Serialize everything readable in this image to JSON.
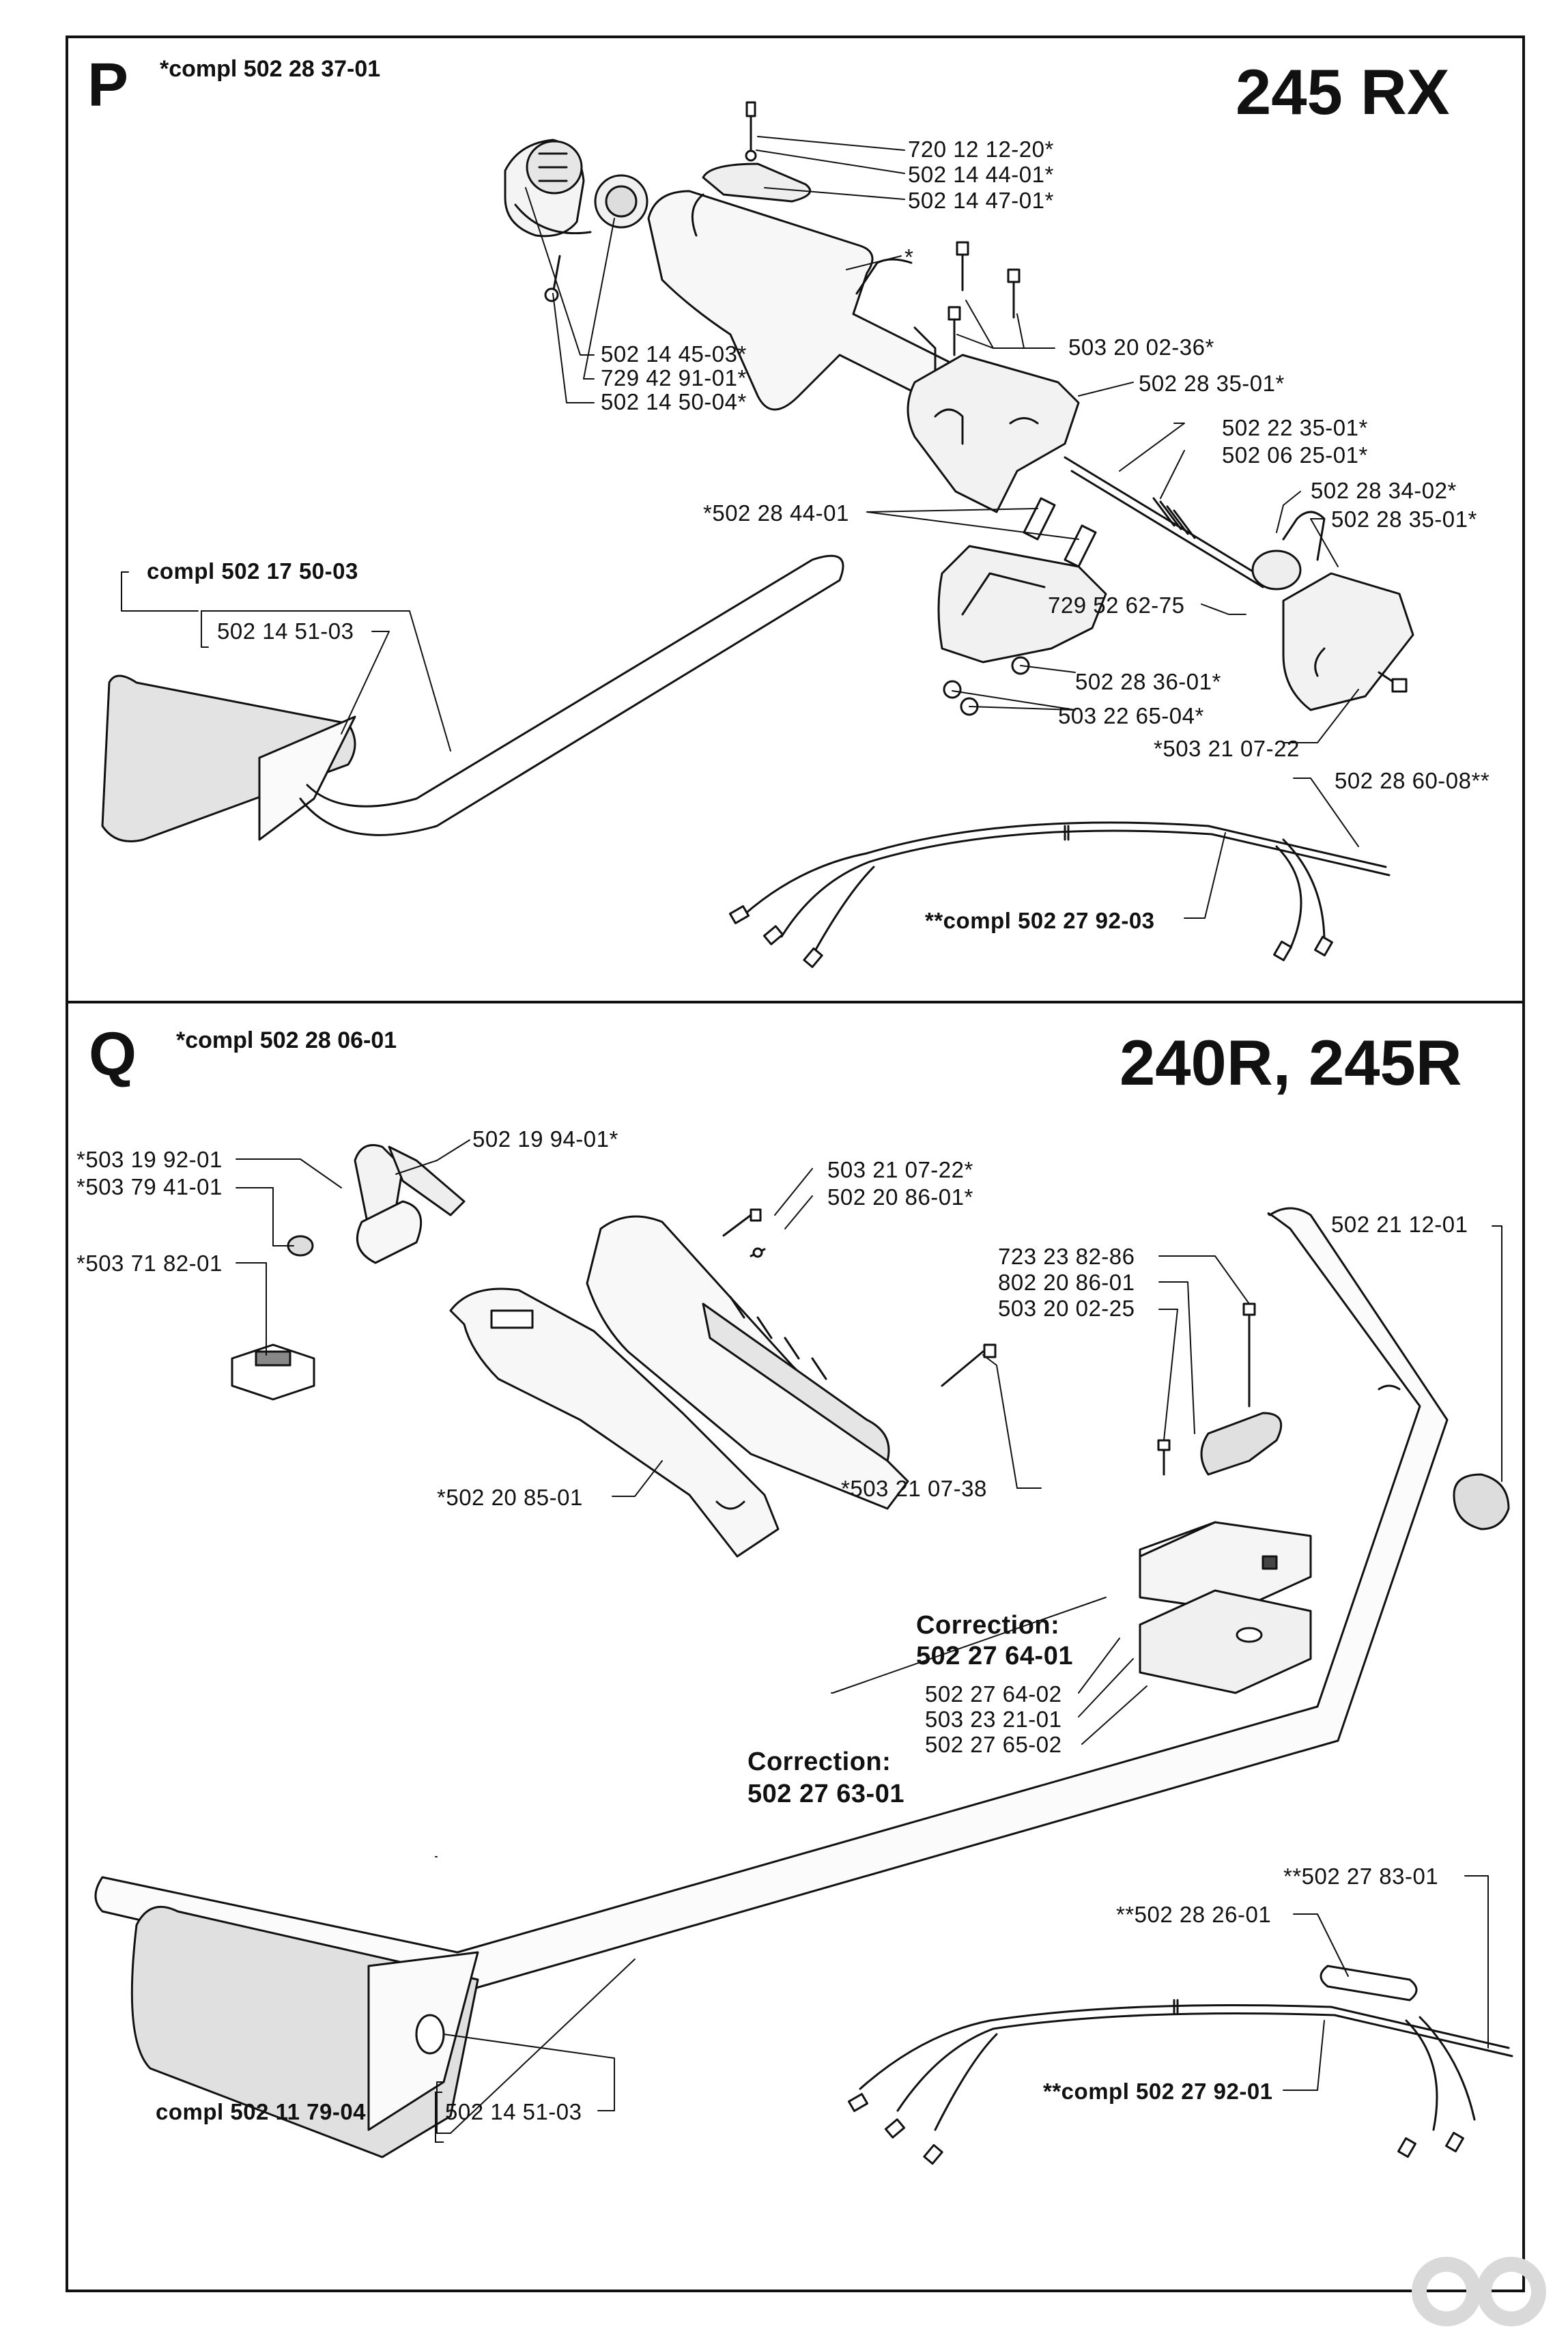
{
  "panel_p": {
    "letter": "P",
    "compl": "*compl 502 28 37-01",
    "model": "245 RX",
    "labels": {
      "l1": "720 12 12-20*",
      "l2": "502 14 44-01*",
      "l3": "502 14 47-01*",
      "l4": "*",
      "l5": "503 20 02-36*",
      "l6": "502 14 45-03*",
      "l7": "729 42 91-01*",
      "l8": "502 14 50-04*",
      "l9": "502 28 35-01*",
      "l10": "502 22 35-01*",
      "l11": "502 06 25-01*",
      "l12": "502 28 34-02*",
      "l13": "502 28 35-01*",
      "l14": "*502 28 44-01",
      "l15": "729 52 62-75",
      "l16": "502 28 36-01*",
      "l17": "503 22 65-04*",
      "l18": "*503 21 07-22",
      "l19": "502 28 60-08**",
      "l20": "**compl 502 27 92-03",
      "l21": "compl 502 17 50-03",
      "l22": "502 14 51-03"
    }
  },
  "panel_q": {
    "letter": "Q",
    "compl": "*compl 502 28 06-01",
    "model": "240R, 245R",
    "labels": {
      "m1": "502 19 94-01*",
      "m2": "*503 19 92-01",
      "m3": "*503 79 41-01",
      "m4": "*503 71 82-01",
      "m5": "503 21 07-22*",
      "m6": "502 20 86-01*",
      "m7": "502 21 12-01",
      "m8": "723 23 82-86",
      "m9": "802 20 86-01",
      "m10": "503 20 02-25",
      "m11": "*502 20 85-01",
      "m12": "*503 21 07-38",
      "m13": "Correction:",
      "m14": "502 27 64-01",
      "m15": "502 27 64-02",
      "m16": "503 23 21-01",
      "m17": "502 27 65-02",
      "m18": "Correction:",
      "m19": "502 27 63-01",
      "m20": "**502 27 83-01",
      "m21": "**502 28 26-01",
      "m22": "**compl 502 27 92-01",
      "m23": "compl 502 11 79-04",
      "m24": "502 14 51-03"
    }
  }
}
